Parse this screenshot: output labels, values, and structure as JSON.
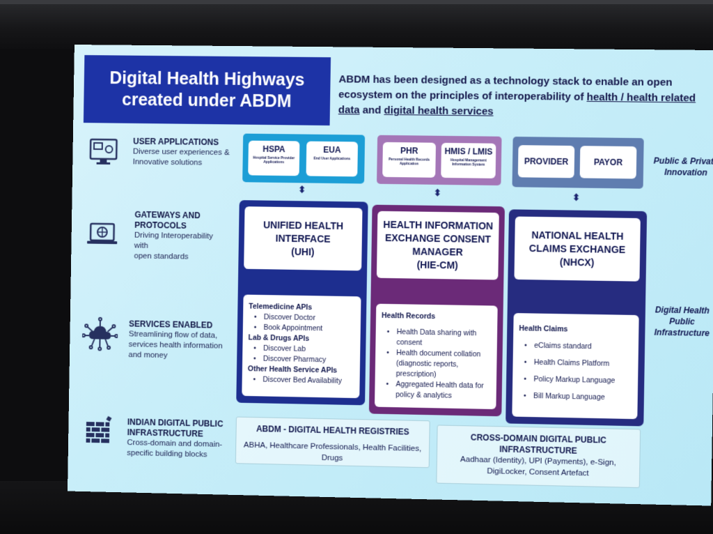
{
  "slide": {
    "title_line1": "Digital Health Highways",
    "title_line2": "created under ABDM",
    "intro": {
      "part1": "ABDM has been designed as a technology stack to enable an open ecosystem on the principles of  interoperability of ",
      "link1": "health / health related data",
      "part2": " and ",
      "link2": "digital health services"
    }
  },
  "layers": [
    {
      "title": "USER APPLICATIONS",
      "desc": "Diverse user experiences & Innovative solutions",
      "icon": "user-apps-icon"
    },
    {
      "title": "GATEWAYS AND PROTOCOLS",
      "desc_line1": "Driving Interoperability",
      "desc_line2": "with",
      "desc_line3": "open standards",
      "icon": "laptop-gateway-icon"
    },
    {
      "title": "SERVICES ENABLED",
      "desc": "Streamlining flow of data, services health information and money",
      "icon": "cloud-network-icon"
    },
    {
      "title": "INDIAN DIGITAL PUBLIC INFRASTRUCTURE",
      "desc": "Cross-domain and domain-specific building blocks",
      "icon": "brick-wall-icon"
    }
  ],
  "apps": [
    {
      "title": "HSPA",
      "sub": "Hospital Service Provider Applications"
    },
    {
      "title": "EUA",
      "sub": "End User Applications"
    },
    {
      "title": "PHR",
      "sub": "Personal Health Records Application"
    },
    {
      "title": "HMIS / LMIS",
      "sub": "Hospital Management Information System"
    },
    {
      "title": "PROVIDER"
    },
    {
      "title": "PAYOR"
    }
  ],
  "arrow": "⬍",
  "side_notes": {
    "public_private": "Public & Private Innovation",
    "digital_infra": "Digital Health Public Infrastructure"
  },
  "columns": [
    {
      "head_line1": "UNIFIED HEALTH",
      "head_line2": "INTERFACE",
      "head_line3": "(UHI)",
      "body": {
        "h1": "Telemedicine APIs",
        "i1": "Discover Doctor",
        "i2": "Book Appointment",
        "h2": "Lab & Drugs APIs",
        "i3": "Discover Lab",
        "i4": "Discover Pharmacy",
        "h3": "Other Health Service APIs",
        "i5": "Discover Bed Availability"
      },
      "color": "#1d2e8f"
    },
    {
      "head_line1": "HEALTH INFORMATION",
      "head_line2": "EXCHANGE CONSENT",
      "head_line3": "MANAGER",
      "head_line4": "(HIE-CM)",
      "body": {
        "h1": "Health Records",
        "i1": "Health Data sharing with consent",
        "i2": "Health document collation (diagnostic reports, prescription)",
        "i3": "Aggregated Health data for policy & analytics"
      },
      "color": "#6b2a78"
    },
    {
      "head_line1": "NATIONAL HEALTH",
      "head_line2": "CLAIMS EXCHANGE",
      "head_line3": "(NHCX)",
      "body": {
        "h1": "Health Claims",
        "i1": "eClaims standard",
        "i2": "Health Claims Platform",
        "i3": "Policy Markup Language",
        "i4": "Bill Markup Language"
      },
      "color": "#262c80"
    }
  ],
  "infra": {
    "registries_title": "ABDM - DIGITAL HEALTH REGISTRIES",
    "registries_desc": "ABHA, Healthcare Professionals, Health Facilities, Drugs",
    "cross_title": "CROSS-DOMAIN DIGITAL PUBLIC INFRASTRUCTURE",
    "cross_desc": "Aadhaar (Identity), UPI (Payments), e-Sign, DigiLocker, Consent Artefact"
  },
  "colors": {
    "title_bg": "#1d33a6",
    "panel_blue": "#1c9ed6",
    "panel_purple": "#a476b7",
    "panel_slate": "#5f7db0"
  }
}
